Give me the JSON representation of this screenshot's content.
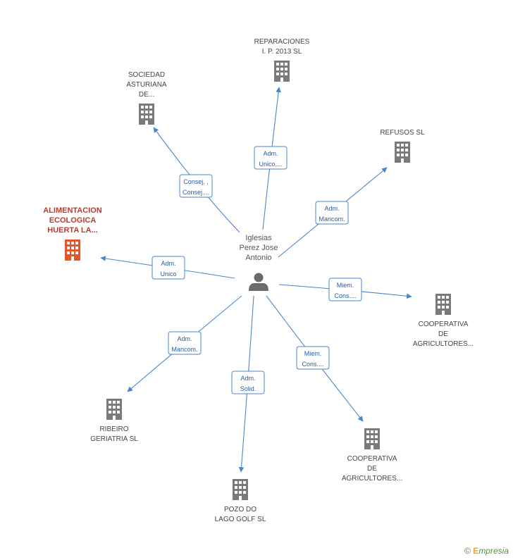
{
  "center": {
    "label_lines": [
      "Iglesias",
      "Perez Jose",
      "Antonio"
    ],
    "icon": "person-icon"
  },
  "companies": [
    {
      "id": "reparaciones",
      "label_lines": [
        "REPARACIONES",
        "I. P. 2013  SL"
      ],
      "icon": "building-icon",
      "highlight": false
    },
    {
      "id": "sociedad-asturiana",
      "label_lines": [
        "SOCIEDAD",
        "ASTURIANA",
        "DE..."
      ],
      "icon": "building-icon",
      "highlight": false
    },
    {
      "id": "refusos",
      "label_lines": [
        "REFUSOS SL"
      ],
      "icon": "building-icon",
      "highlight": false
    },
    {
      "id": "alimentacion",
      "label_lines": [
        "ALIMENTACION",
        "ECOLOGICA",
        "HUERTA LA..."
      ],
      "icon": "building-icon",
      "highlight": true
    },
    {
      "id": "cooperativa-1",
      "label_lines": [
        "COOPERATIVA",
        "DE",
        "AGRICULTORES..."
      ],
      "icon": "building-icon",
      "highlight": false
    },
    {
      "id": "ribeiro",
      "label_lines": [
        "RIBEIRO",
        "GERIATRIA SL"
      ],
      "icon": "building-icon",
      "highlight": false
    },
    {
      "id": "pozo-do-lago",
      "label_lines": [
        "POZO DO",
        "LAGO GOLF SL"
      ],
      "icon": "building-icon",
      "highlight": false
    },
    {
      "id": "cooperativa-2",
      "label_lines": [
        "COOPERATIVA",
        "DE",
        "AGRICULTORES..."
      ],
      "icon": "building-icon",
      "highlight": false
    }
  ],
  "relations": [
    {
      "target": "reparaciones",
      "label_lines": [
        "Adm.",
        "Unico,..."
      ]
    },
    {
      "target": "sociedad-asturiana",
      "label_lines": [
        "Consej. ,",
        "Consej...."
      ]
    },
    {
      "target": "refusos",
      "label_lines": [
        "Adm.",
        "Mancom."
      ]
    },
    {
      "target": "alimentacion",
      "label_lines": [
        "Adm.",
        "Unico"
      ]
    },
    {
      "target": "cooperativa-1",
      "label_lines": [
        "Miem.",
        "Cons...."
      ]
    },
    {
      "target": "ribeiro",
      "label_lines": [
        "Adm.",
        "Mancom."
      ]
    },
    {
      "target": "pozo-do-lago",
      "label_lines": [
        "Adm.",
        "Solid."
      ]
    },
    {
      "target": "cooperativa-2",
      "label_lines": [
        "Miem.",
        "Cons...."
      ]
    }
  ],
  "colors": {
    "edge": "#4a86c8",
    "building": "#7a7a7a",
    "building_highlight": "#e8542a",
    "person": "#6b6b6b"
  },
  "footer": {
    "copyright_symbol": "©",
    "brand_initial": "E",
    "brand_rest": "mpresia"
  }
}
